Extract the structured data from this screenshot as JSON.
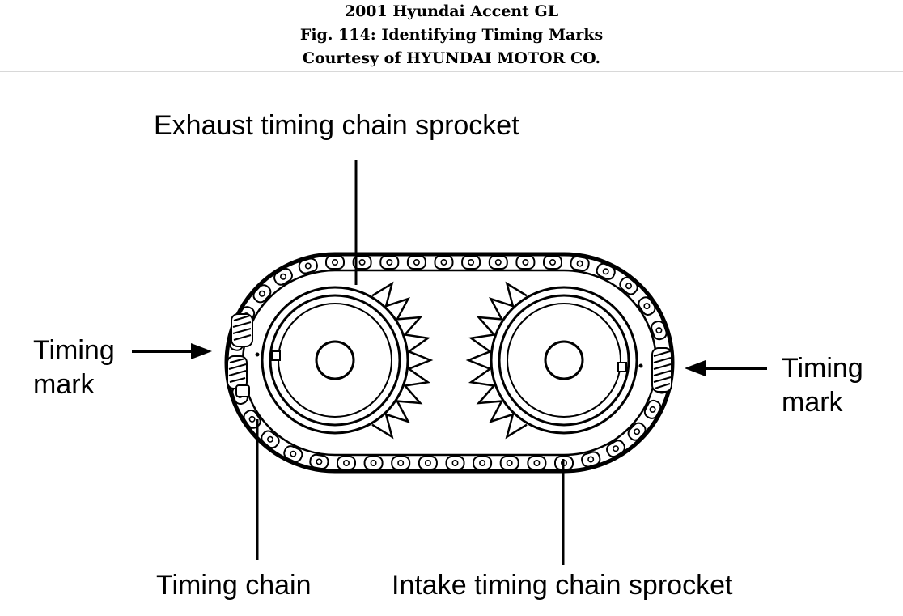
{
  "header": {
    "line1": "2001 Hyundai Accent GL",
    "line2": "Fig. 114: Identifying Timing Marks",
    "line3": "Courtesy of HYUNDAI MOTOR CO."
  },
  "labels": {
    "exhaust_sprocket": "Exhaust timing chain sprocket",
    "timing_mark_left_1": "Timing",
    "timing_mark_left_2": "mark",
    "timing_mark_right_1": "Timing",
    "timing_mark_right_2": "mark",
    "timing_chain": "Timing chain",
    "intake_sprocket": "Intake timing chain sprocket"
  },
  "colors": {
    "ink": "#000000",
    "paper": "#ffffff"
  }
}
